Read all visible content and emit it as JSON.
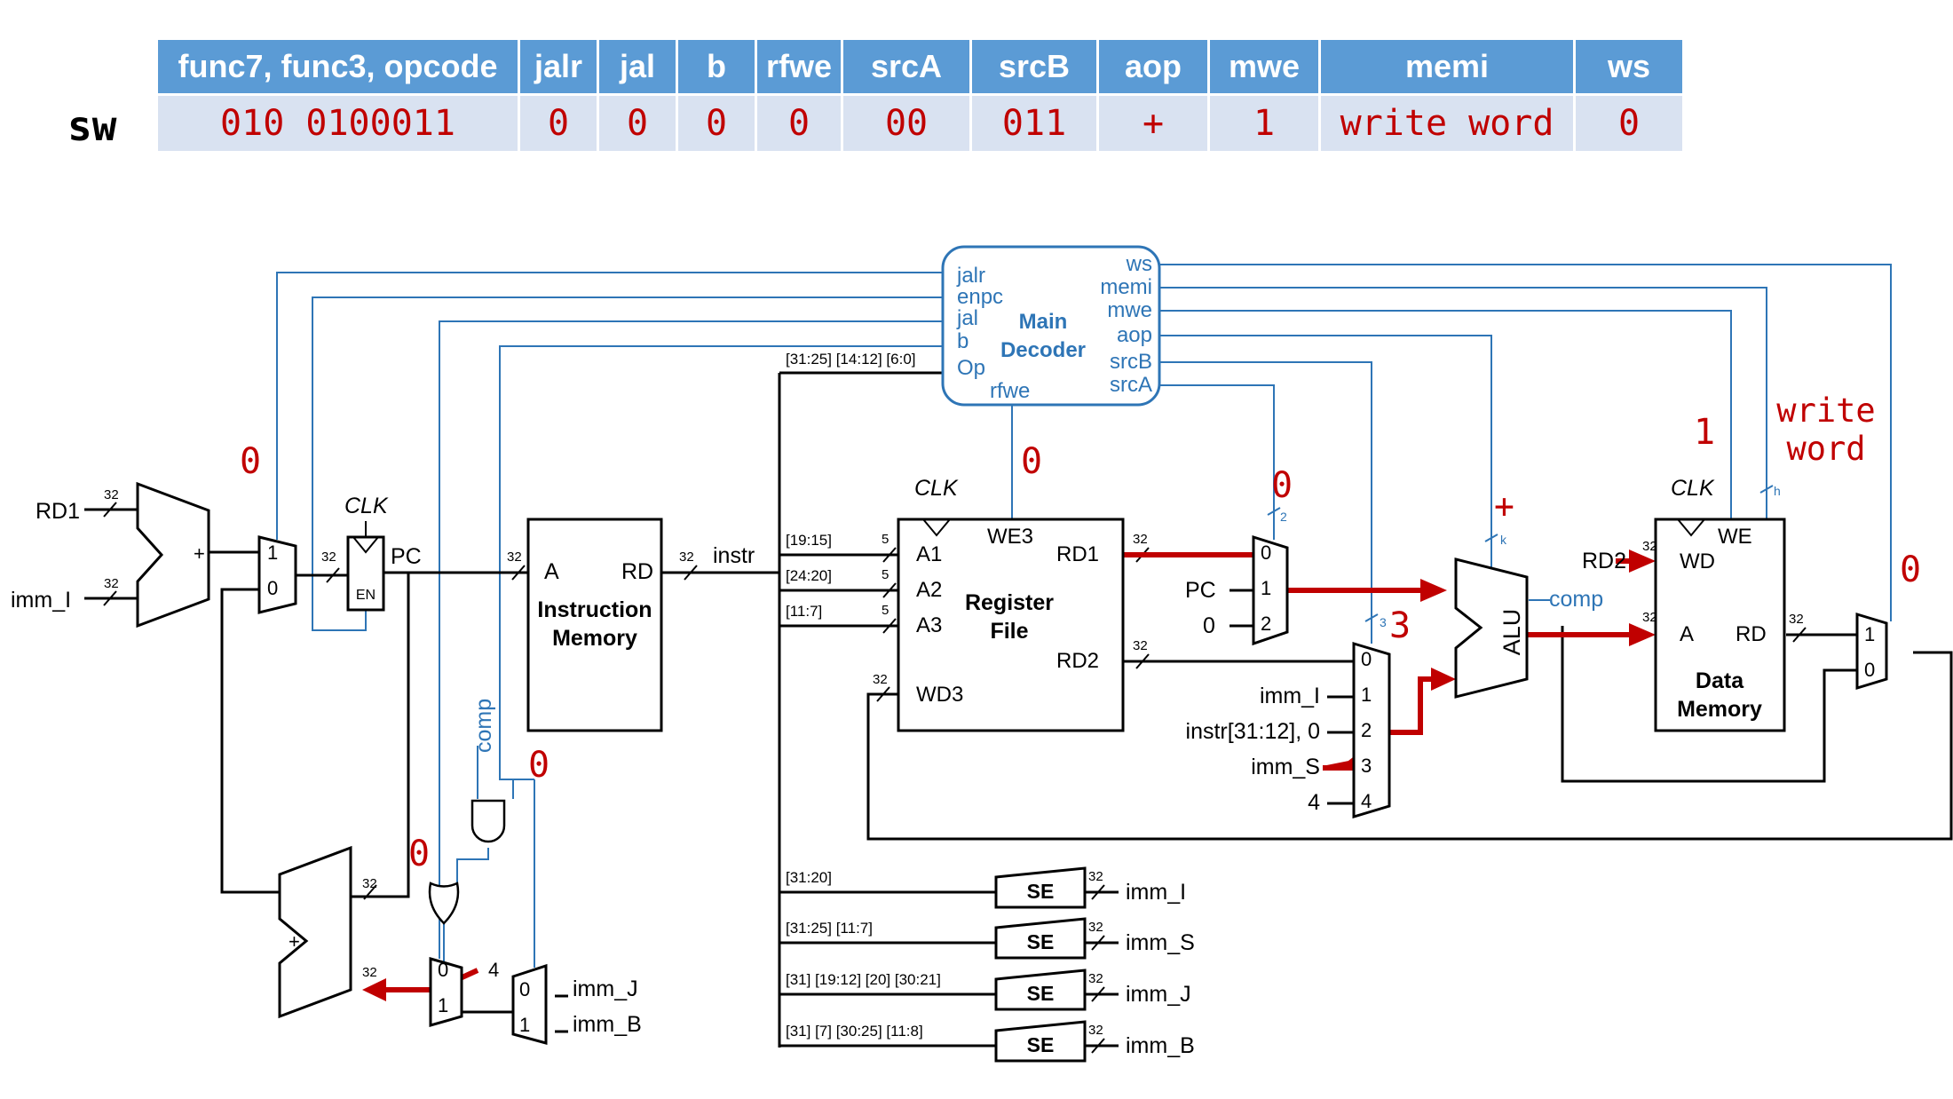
{
  "table": {
    "headers": [
      "func7, func3, opcode",
      "jalr",
      "jal",
      "b",
      "rfwe",
      "srcA",
      "srcB",
      "aop",
      "mwe",
      "memi",
      "ws"
    ],
    "row_label": "sw",
    "values": [
      "010 0100011",
      "0",
      "0",
      "0",
      "0",
      "00",
      "011",
      "+",
      "1",
      "write word",
      "0"
    ]
  },
  "decoder": {
    "title_line1": "Main",
    "title_line2": "Decoder",
    "left_signals": [
      "jalr",
      "enpc",
      "jal",
      "b",
      "Op"
    ],
    "bottom_signal": "rfwe",
    "right_signals": [
      "ws",
      "memi",
      "mwe",
      "aop",
      "srcB",
      "srcA"
    ],
    "op_bits": "[31:25] [14:12] [6:0]"
  },
  "blocks": {
    "imem_title": "Instruction",
    "imem_title2": "Memory",
    "imem_a": "A",
    "imem_rd": "RD",
    "rf_title": "Register",
    "rf_title2": "File",
    "rf_a1": "A1",
    "rf_a2": "A2",
    "rf_a3": "A3",
    "rf_wd3": "WD3",
    "rf_we3": "WE3",
    "rf_rd1": "RD1",
    "rf_rd2": "RD2",
    "dmem_title": "Data",
    "dmem_title2": "Memory",
    "dmem_wd": "WD",
    "dmem_a": "A",
    "dmem_rd": "RD",
    "dmem_we": "WE",
    "alu": "ALU",
    "clk": "CLK",
    "en": "EN",
    "se": "SE",
    "plus": "+"
  },
  "signals": {
    "rd1": "RD1",
    "imm_i": "imm_I",
    "imm_s": "imm_S",
    "imm_j": "imm_J",
    "imm_b": "imm_B",
    "pc": "PC",
    "instr": "instr",
    "instr_upper": "instr[31:12], 0",
    "rd2": "RD2",
    "comp": "comp",
    "zero": "0",
    "four": "4",
    "one": "1",
    "two": "2",
    "three": "3",
    "bus32": "32",
    "bus5": "5",
    "bits_1915": "[19:15]",
    "bits_2420": "[24:20]",
    "bits_117": "[11:7]",
    "bits_3120": "[31:20]",
    "bits_s": "[31:25] [11:7]",
    "bits_j": "[31] [19:12] [20] [30:21]",
    "bits_b": "[31] [7] [30:25] [11:8]",
    "w2": "2",
    "w3": "3",
    "wk": "k",
    "wh": "h"
  },
  "annotations": {
    "pcmux": "0",
    "rfwe": "0",
    "srca": "0",
    "srcb": "3",
    "aop": "+",
    "mwe": "1",
    "memi_line1": "write",
    "memi_line2": "word",
    "ws": "0",
    "jalr": "0",
    "b": "0"
  },
  "colors": {
    "wire": "#000000",
    "control": "#2e75b6",
    "highlight": "#c00000",
    "header_bg": "#5b9bd5",
    "cell_bg": "#d9e2f1"
  }
}
